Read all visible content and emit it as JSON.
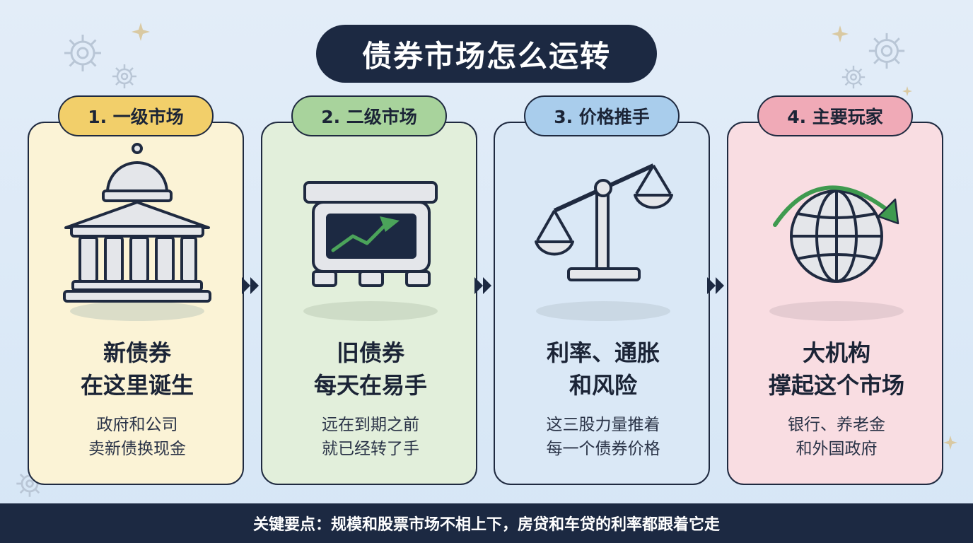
{
  "title": "债券市场怎么运转",
  "cards": [
    {
      "tab": "1. 一级市场",
      "head1": "新债券",
      "head2": "在这里诞生",
      "desc1": "政府和公司",
      "desc2": "卖新债换现金",
      "icon": "government-building-icon",
      "bg": "#fbf3d6",
      "tab_bg": "#f2cf6a"
    },
    {
      "tab": "2. 二级市场",
      "head1": "旧债券",
      "head2": "每天在易手",
      "desc1": "远在到期之前",
      "desc2": "就已经转了手",
      "icon": "trading-screen-icon",
      "bg": "#e2efdb",
      "tab_bg": "#a8d39c"
    },
    {
      "tab": "3. 价格推手",
      "head1": "利率、通胀",
      "head2": "和风险",
      "desc1": "这三股力量推着",
      "desc2": "每一个债券价格",
      "icon": "balance-scale-icon",
      "bg": "#dae8f6",
      "tab_bg": "#a9cdec"
    },
    {
      "tab": "4. 主要玩家",
      "head1": "大机构",
      "head2": "撑起这个市场",
      "desc1": "银行、养老金",
      "desc2": "和外国政府",
      "icon": "globe-icon",
      "bg": "#f9dde2",
      "tab_bg": "#f0aab7"
    }
  ],
  "footer": "关键要点：规模和股票市场不相上下，房贷和车贷的利率都跟着它走",
  "colors": {
    "navy": "#1c2942",
    "green_arrow": "#3f9a4f",
    "icon_gray": "#e4e6ea"
  }
}
